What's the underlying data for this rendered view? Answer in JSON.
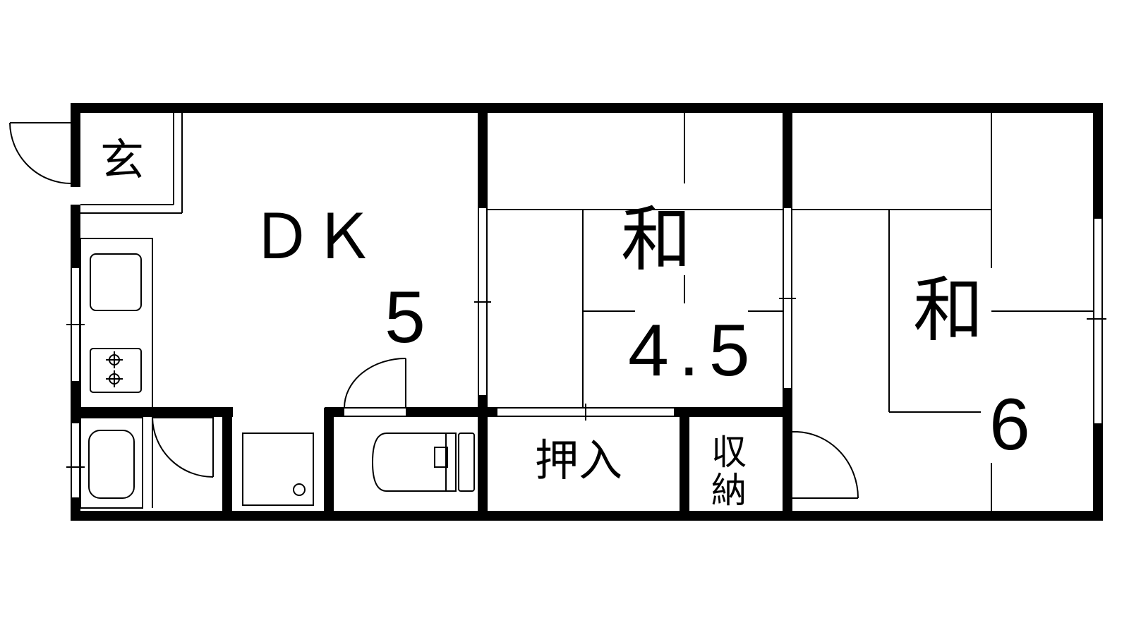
{
  "plan": {
    "genkan": "玄",
    "dk": {
      "name": "ＤＫ",
      "size": "5"
    },
    "washitsu_a": {
      "name": "和",
      "size": "4.5"
    },
    "washitsu_b": {
      "name": "和",
      "size": "6"
    },
    "oshiire": "押入",
    "shuno": [
      "収",
      "納"
    ]
  },
  "colors": {
    "line": "#000000",
    "background": "#ffffff"
  }
}
